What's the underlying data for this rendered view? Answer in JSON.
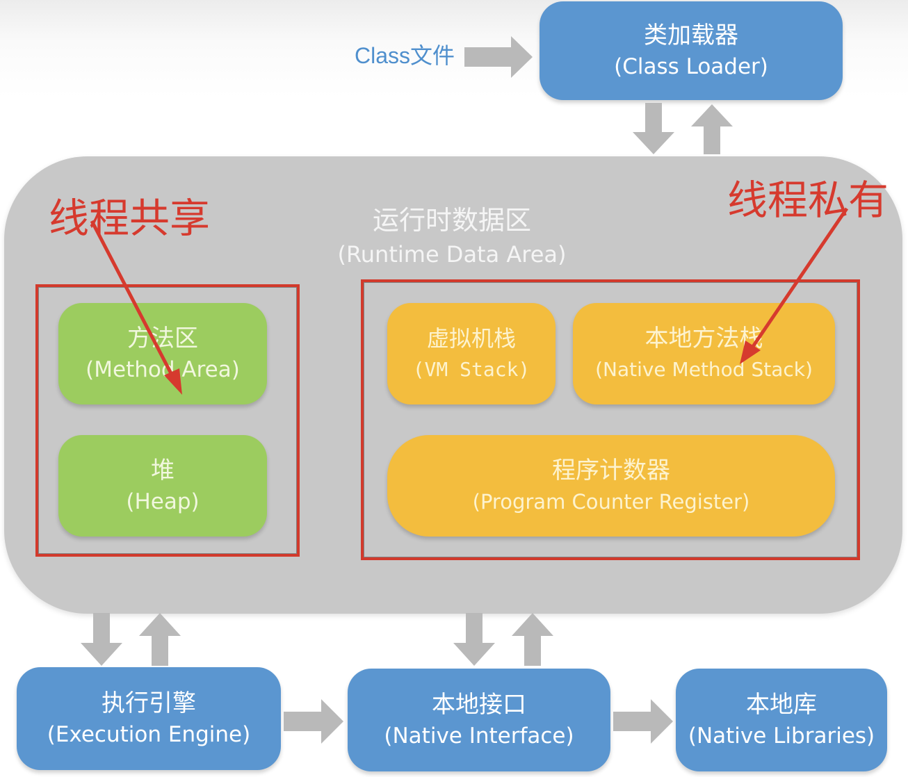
{
  "input": {
    "label": "Class文件"
  },
  "class_loader": {
    "zh": "类加载器",
    "en": "(Class Loader)"
  },
  "runtime_area": {
    "zh": "运行时数据区",
    "en": "(Runtime Data Area)",
    "shared": {
      "annotation": "线程共享",
      "items": [
        {
          "zh": "方法区",
          "en": "(Method Area)"
        },
        {
          "zh": "堆",
          "en": "(Heap)"
        }
      ]
    },
    "private": {
      "annotation": "线程私有",
      "items": [
        {
          "zh": "虚拟机栈",
          "en": "(VM Stack)"
        },
        {
          "zh": "本地方法栈",
          "en": "(Native Method Stack)"
        },
        {
          "zh": "程序计数器",
          "en": "(Program Counter Register)"
        }
      ]
    }
  },
  "bottom": [
    {
      "zh": "执行引擎",
      "en": "(Execution Engine)"
    },
    {
      "zh": "本地接口",
      "en": "(Native Interface)"
    },
    {
      "zh": "本地库",
      "en": "(Native Libraries)"
    }
  ],
  "colors": {
    "component_blue": "#5b96d0",
    "shared_green": "#9ccc5f",
    "private_yellow": "#f3bd3e",
    "runtime_gray": "#c8c8c8",
    "annotation_red": "#d63a2e",
    "arrow_gray": "#b9b9b9"
  }
}
